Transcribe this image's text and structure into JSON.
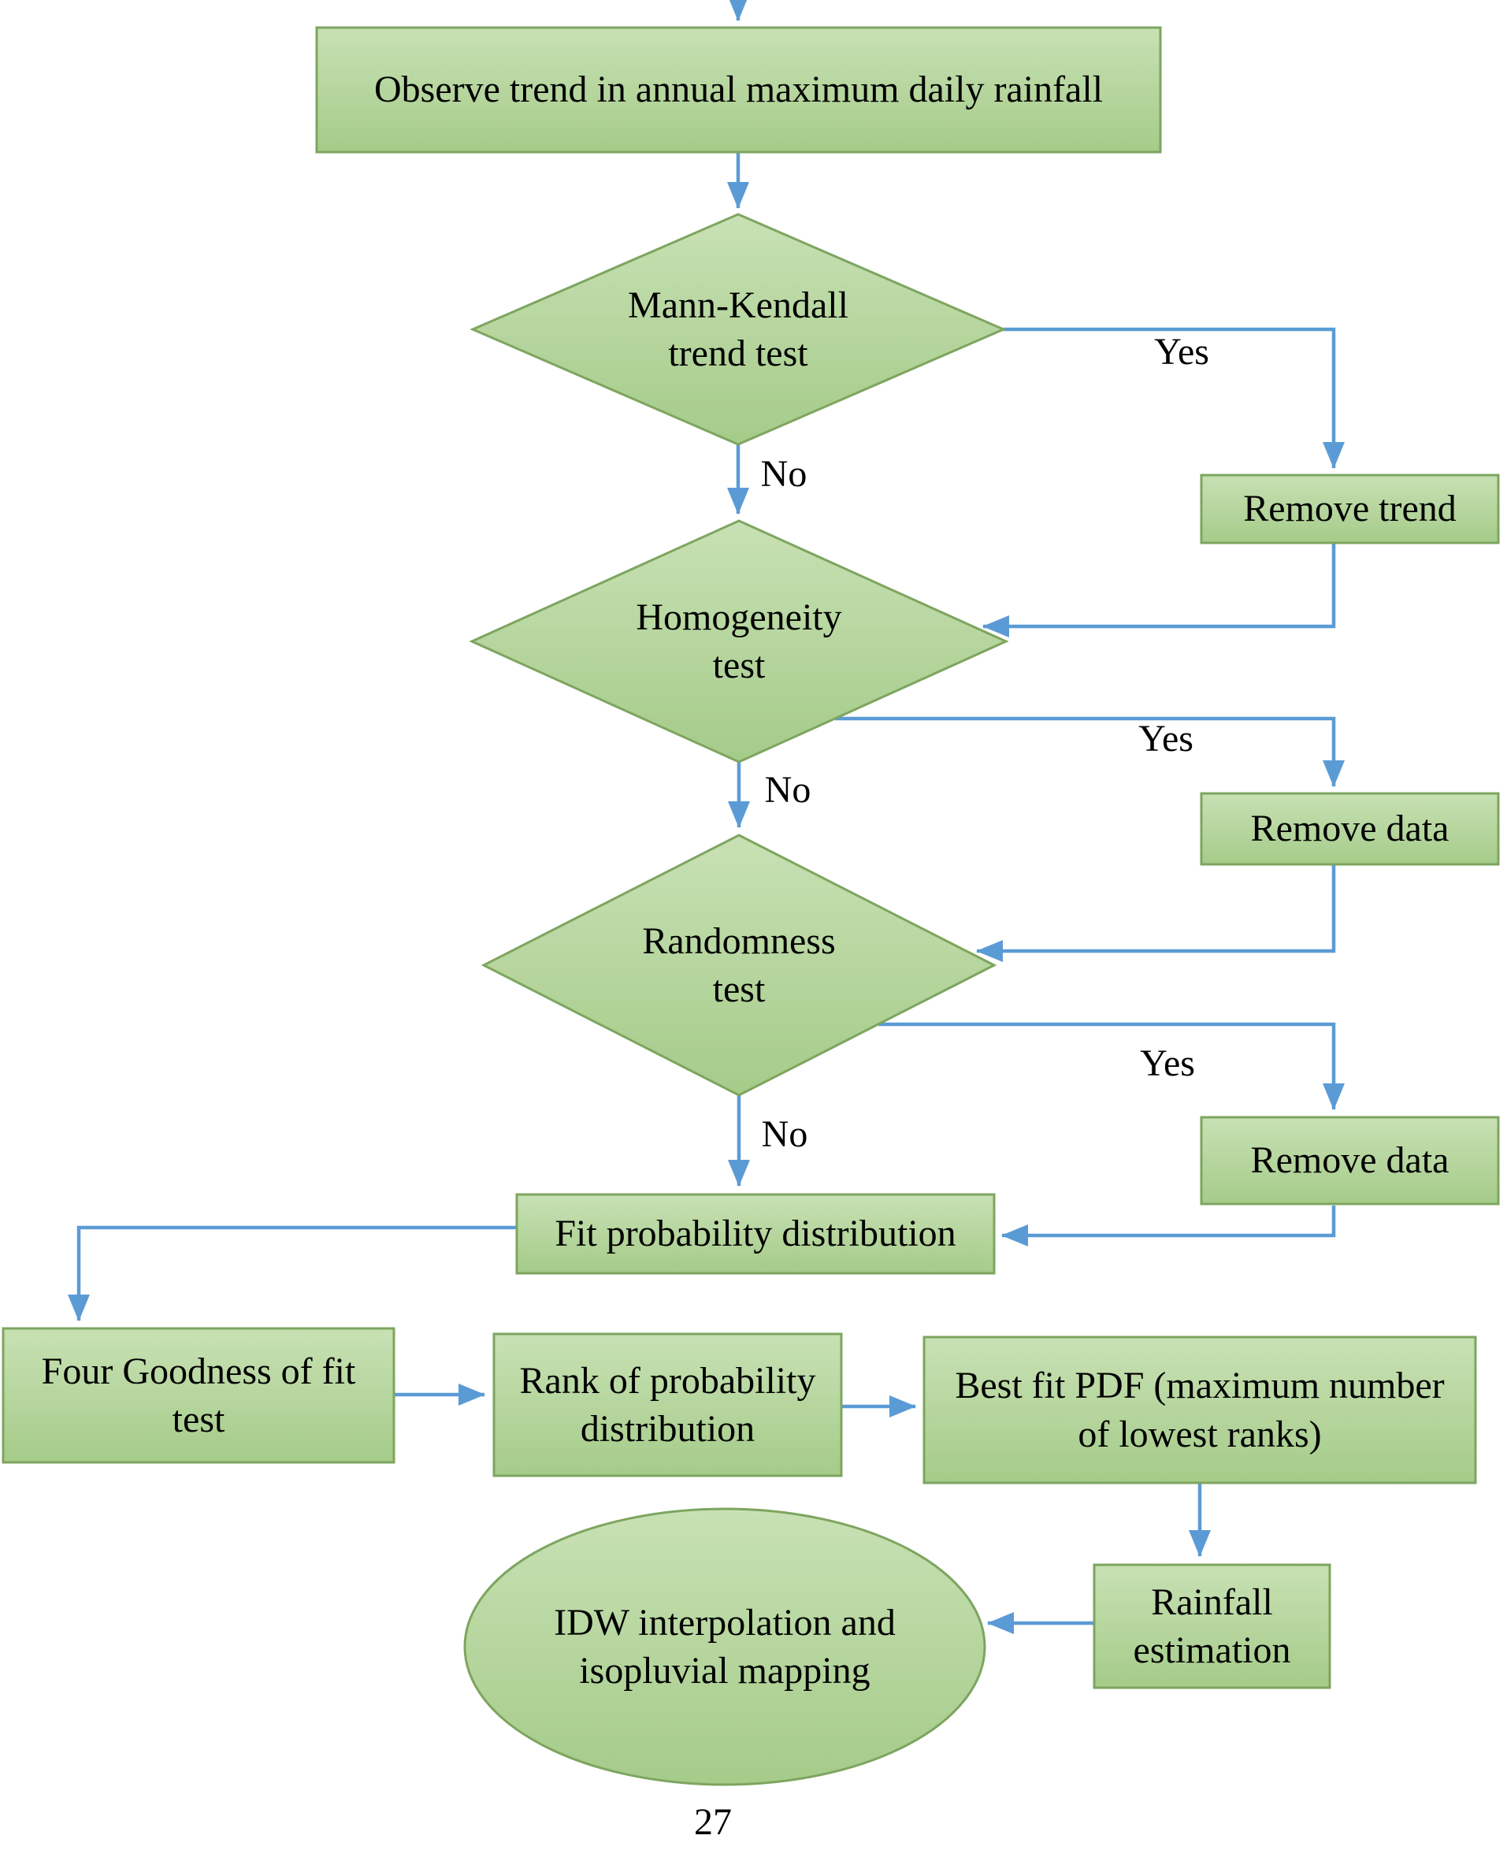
{
  "page": {
    "number": "27"
  },
  "palette": {
    "shape_fill_top": "#c8e1b4",
    "shape_fill_bottom": "#a5cb89",
    "shape_border": "#7da55f",
    "arrow_color": "#5b9bd5",
    "text_color": "#000000",
    "background": "#ffffff"
  },
  "flowchart": {
    "nodes": [
      {
        "id": "observe-trend",
        "type": "process",
        "label": "Observe trend in annual maximum daily rainfall"
      },
      {
        "id": "mann-kendall",
        "type": "decision",
        "label": "Mann-Kendall\ntrend test"
      },
      {
        "id": "remove-trend",
        "type": "process",
        "label": "Remove trend"
      },
      {
        "id": "homogeneity",
        "type": "decision",
        "label": "Homogeneity\ntest"
      },
      {
        "id": "remove-data-1",
        "type": "process",
        "label": "Remove data"
      },
      {
        "id": "randomness",
        "type": "decision",
        "label": "Randomness\ntest"
      },
      {
        "id": "remove-data-2",
        "type": "process",
        "label": "Remove data"
      },
      {
        "id": "fit-distribution",
        "type": "process",
        "label": "Fit probability distribution"
      },
      {
        "id": "goodness-of-fit",
        "type": "process",
        "label": "Four Goodness of fit\ntest"
      },
      {
        "id": "rank-distribution",
        "type": "process",
        "label": "Rank of probability\ndistribution"
      },
      {
        "id": "best-fit-pdf",
        "type": "process",
        "label": "Best fit PDF (maximum number\nof lowest ranks)"
      },
      {
        "id": "rainfall-estimation",
        "type": "process",
        "label": "Rainfall\nestimation"
      },
      {
        "id": "idw-mapping",
        "type": "terminator",
        "label": "IDW interpolation and\nisopluvial mapping"
      }
    ],
    "edge_labels": [
      {
        "id": "mann-kendall-yes",
        "text": "Yes"
      },
      {
        "id": "mann-kendall-no",
        "text": "No"
      },
      {
        "id": "homogeneity-yes",
        "text": "Yes"
      },
      {
        "id": "homogeneity-no",
        "text": "No"
      },
      {
        "id": "randomness-yes",
        "text": "Yes"
      },
      {
        "id": "randomness-no",
        "text": "No"
      }
    ]
  }
}
